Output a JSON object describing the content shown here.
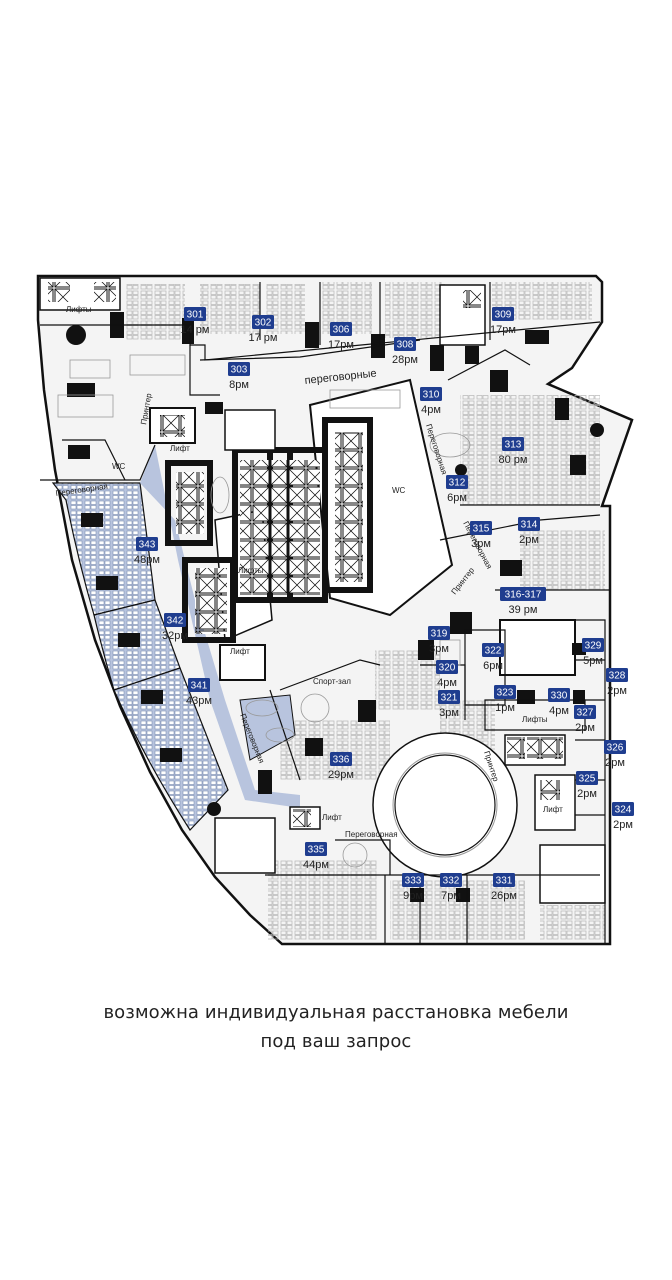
{
  "colors": {
    "badge": "#1f3d8f",
    "highlight": "#b8c4de",
    "wall": "#111111",
    "floor": "#f4f4f4",
    "furniture": "#c9c9c9"
  },
  "offices": [
    {
      "num": "301",
      "cap": "14 рм"
    },
    {
      "num": "302",
      "cap": "17 рм"
    },
    {
      "num": "303",
      "cap": "8рм"
    },
    {
      "num": "306",
      "cap": "17рм"
    },
    {
      "num": "308",
      "cap": "28рм"
    },
    {
      "num": "309",
      "cap": "17рм"
    },
    {
      "num": "310",
      "cap": "4рм"
    },
    {
      "num": "312",
      "cap": "6рм"
    },
    {
      "num": "313",
      "cap": "80 рм"
    },
    {
      "num": "314",
      "cap": "2рм"
    },
    {
      "num": "315",
      "cap": "3рм"
    },
    {
      "num": "316-317",
      "cap": "39 рм"
    },
    {
      "num": "319",
      "cap": "3рм"
    },
    {
      "num": "320",
      "cap": "4рм"
    },
    {
      "num": "321",
      "cap": "3рм"
    },
    {
      "num": "322",
      "cap": "6рм"
    },
    {
      "num": "323",
      "cap": "1рм"
    },
    {
      "num": "324",
      "cap": "2рм"
    },
    {
      "num": "325",
      "cap": "2рм"
    },
    {
      "num": "326",
      "cap": "2рм"
    },
    {
      "num": "327",
      "cap": "2рм"
    },
    {
      "num": "328",
      "cap": "2рм"
    },
    {
      "num": "329",
      "cap": "5рм"
    },
    {
      "num": "330",
      "cap": "4рм"
    },
    {
      "num": "331",
      "cap": "26рм"
    },
    {
      "num": "332",
      "cap": "7рм"
    },
    {
      "num": "333",
      "cap": "9рм"
    },
    {
      "num": "335",
      "cap": "44рм"
    },
    {
      "num": "336",
      "cap": "29рм"
    },
    {
      "num": "341",
      "cap": "43рм"
    },
    {
      "num": "342",
      "cap": "32рм"
    },
    {
      "num": "343",
      "cap": "48рм"
    }
  ],
  "labels": [
    {
      "id": "lift-nw",
      "text": "Лифты"
    },
    {
      "id": "wc-west",
      "text": "WC"
    },
    {
      "id": "meet-west",
      "text": "Переговорная"
    },
    {
      "id": "printer-west",
      "text": "Принтер"
    },
    {
      "id": "lift-small-west",
      "text": "Лифт"
    },
    {
      "id": "lifts-core",
      "text": "Лифты"
    },
    {
      "id": "lift-core-south",
      "text": "Лифт"
    },
    {
      "id": "meet-north",
      "text": "переговорные"
    },
    {
      "id": "wc-core",
      "text": "WC"
    },
    {
      "id": "meet-diag",
      "text": "Переговорная"
    },
    {
      "id": "meet-diag2",
      "text": "Переговорная"
    },
    {
      "id": "printer-mid",
      "text": "Принтер"
    },
    {
      "id": "gym",
      "text": "Спорт-зал"
    },
    {
      "id": "meet-south-diag",
      "text": "Переговорная"
    },
    {
      "id": "lift-south",
      "text": "Лифт"
    },
    {
      "id": "meet-south",
      "text": "Переговорная"
    },
    {
      "id": "lifts-east",
      "text": "Лифты"
    },
    {
      "id": "printer-east",
      "text": "Принтер"
    },
    {
      "id": "lift-east",
      "text": "Лифт"
    }
  ],
  "caption": {
    "line1": "возможна индивидуальная расстановка мебели",
    "line2": "под ваш запрос"
  }
}
